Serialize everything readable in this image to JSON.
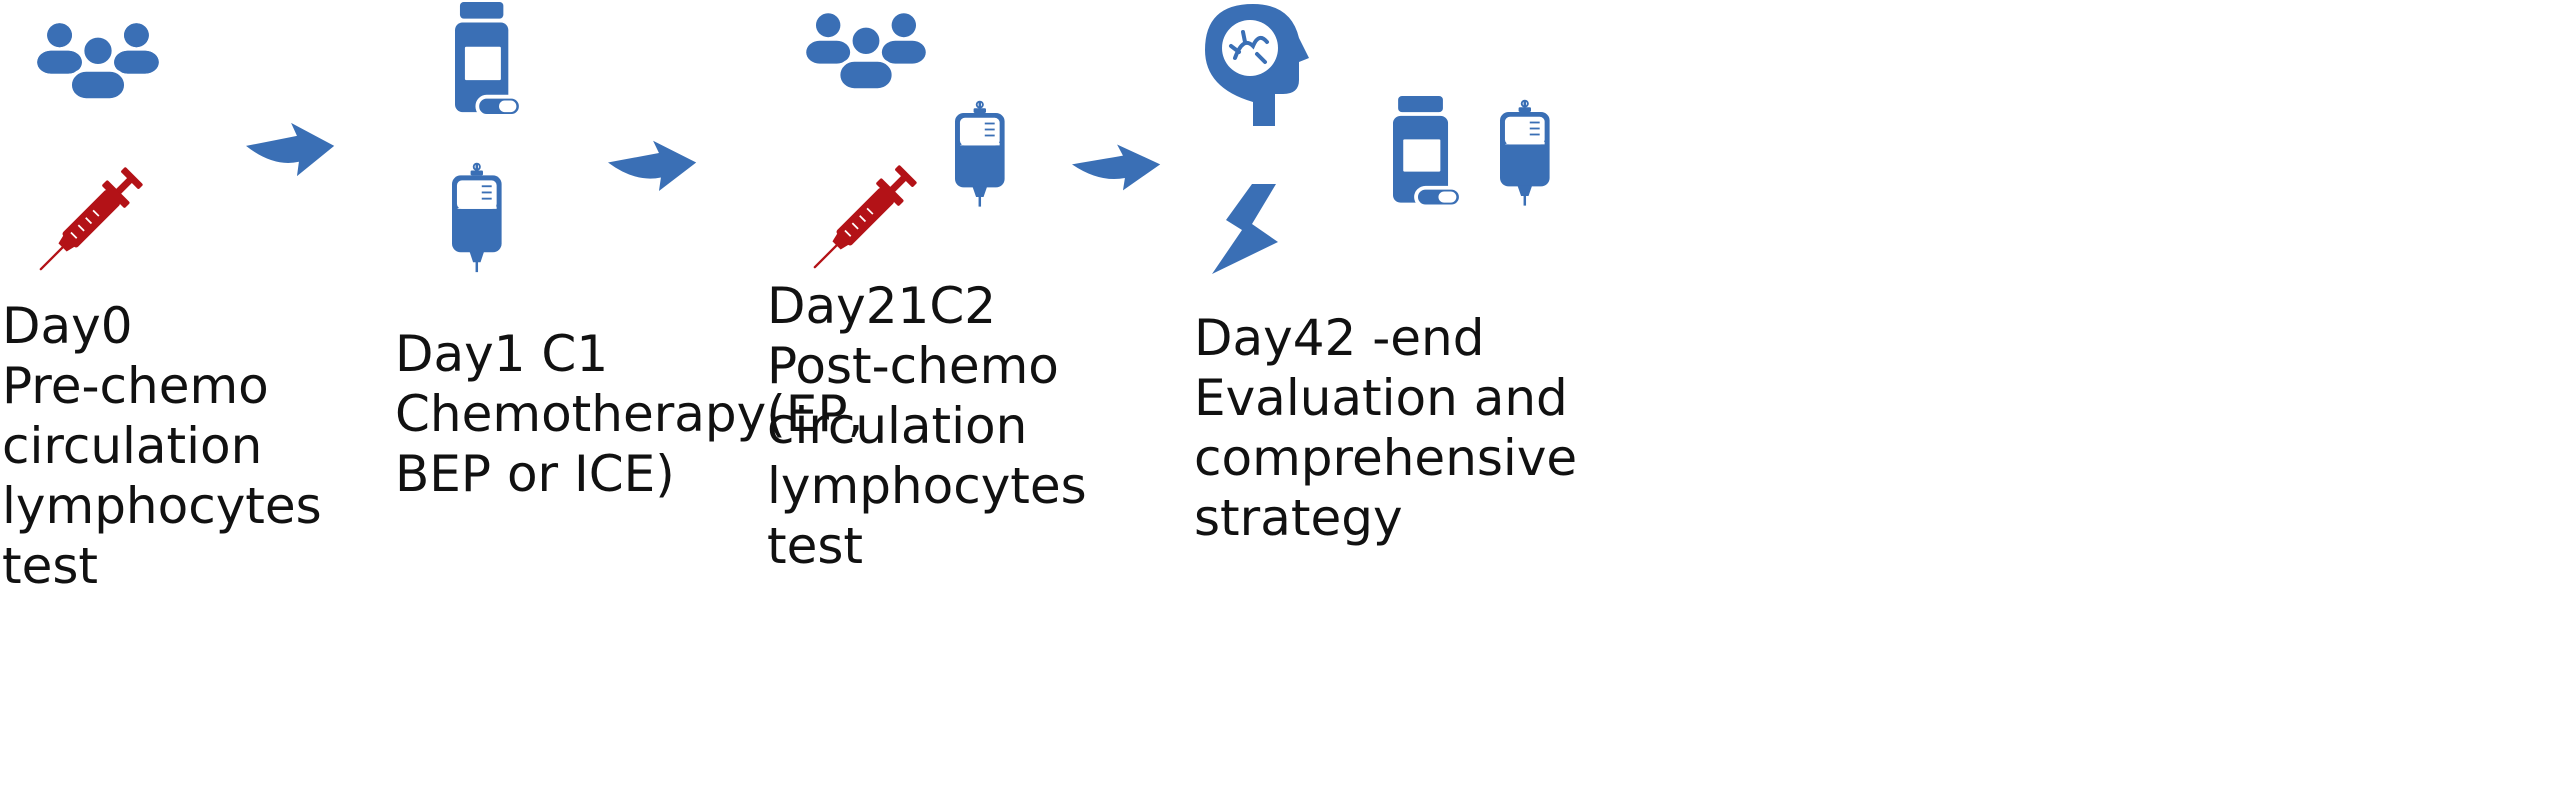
{
  "colors": {
    "blue": "#3a6fb5",
    "red": "#b31217",
    "white": "#ffffff",
    "text": "#111111"
  },
  "icons": [
    "people-group-icon",
    "syringe-icon",
    "pill-bottle-icon",
    "iv-bag-icon",
    "arrow-icon",
    "brain-head-icon",
    "lightning-bolt-icon"
  ],
  "stages": [
    {
      "day": "Day0",
      "lines": [
        "Pre-chemo",
        "circulation",
        "lymphocytes",
        "test"
      ]
    },
    {
      "day": "Day1 C1",
      "lines": [
        "Chemotherapy(EP,",
        "BEP or ICE)"
      ]
    },
    {
      "day": "Day21C2",
      "lines": [
        "Post-chemo",
        "circulation",
        "lymphocytes",
        "test"
      ]
    },
    {
      "day": "Day42 -end",
      "lines": [
        "Evaluation and",
        "comprehensive",
        "strategy"
      ]
    }
  ]
}
